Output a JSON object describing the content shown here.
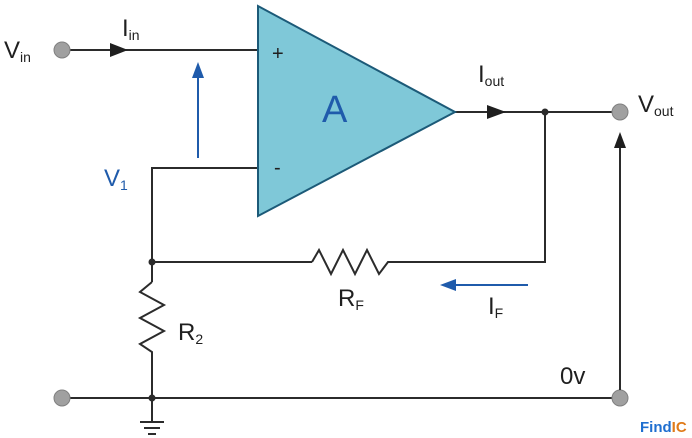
{
  "labels": {
    "vin": "V",
    "vin_sub": "in",
    "iin": "I",
    "iin_sub": "in",
    "gain": "A",
    "plus": "+",
    "minus": "-",
    "iout": "I",
    "iout_sub": "out",
    "vout": "V",
    "vout_sub": "out",
    "v1": "V",
    "v1_sub": "1",
    "rf": "R",
    "rf_sub": "F",
    "if_lbl": "I",
    "if_sub": "F",
    "r2": "R",
    "r2_sub": "2",
    "zero_v": "0v"
  },
  "watermark": {
    "part1": "Find",
    "part2": "IC"
  },
  "colors": {
    "opamp_fill": "#7fc8d8",
    "opamp_stroke": "#1c5a78",
    "blue_arrow": "#1f5bab",
    "terminal": "#a0a0a0",
    "watermark_part1": "#1f6fd0",
    "watermark_part2": "#e07b1a"
  }
}
